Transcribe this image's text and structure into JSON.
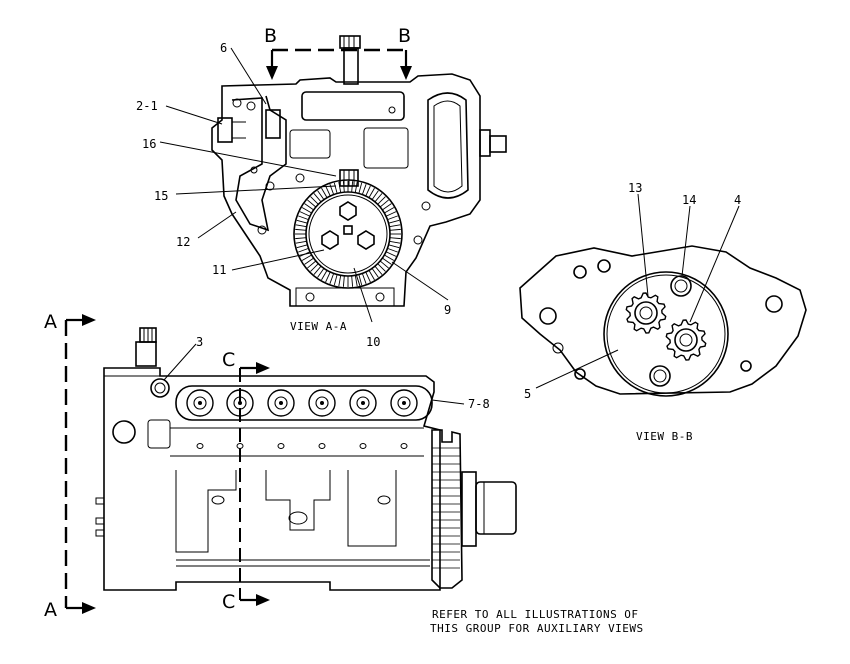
{
  "section_markers": {
    "b_left": "B",
    "b_right": "B",
    "a_top": "A",
    "a_bottom": "A",
    "c_top": "C",
    "c_bottom": "C"
  },
  "callouts": {
    "c6": "6",
    "c2_1": "2-1",
    "c16": "16",
    "c15": "15",
    "c12": "12",
    "c11": "11",
    "c10": "10",
    "c9": "9",
    "c3": "3",
    "c7_8": "7-8",
    "c13": "13",
    "c14": "14",
    "c4": "4",
    "c5": "5"
  },
  "view_captions": {
    "view_a": "VIEW A-A",
    "view_b": "VIEW B-B"
  },
  "footer_note": {
    "line1": "REFER TO ALL ILLUSTRATIONS OF",
    "line2": "THIS GROUP FOR AUXILIARY VIEWS"
  }
}
